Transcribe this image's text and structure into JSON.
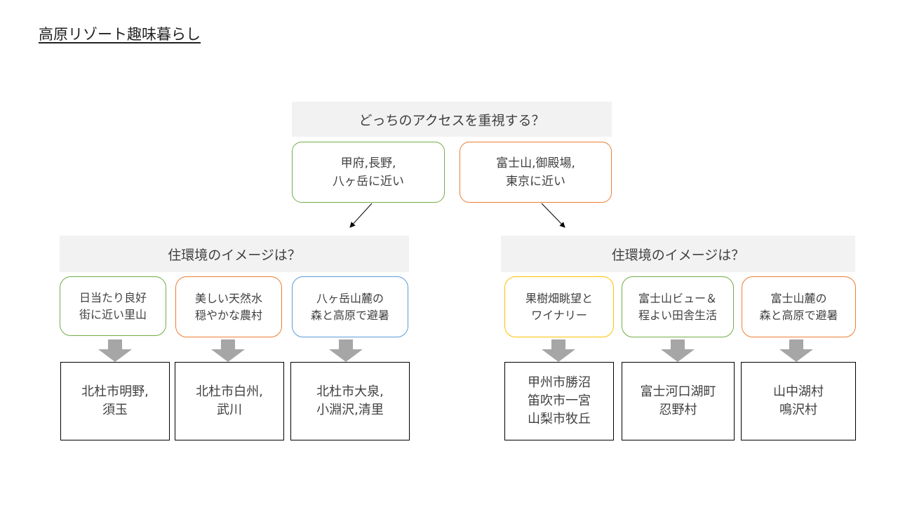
{
  "title": "高原リゾート趣味暮らし",
  "question": "どっちのアクセスを重視する？",
  "access": [
    {
      "lines": [
        "甲府,長野,",
        "八ヶ岳に近い"
      ]
    },
    {
      "lines": [
        "富士山,御殿場,",
        "東京に近い"
      ]
    }
  ],
  "left": {
    "question": "住環境のイメージは？",
    "images": [
      {
        "lines": [
          "日当たり良好",
          "街に近い里山"
        ]
      },
      {
        "lines": [
          "美しい天然水",
          "穏やかな農村"
        ]
      },
      {
        "lines": [
          "八ヶ岳山麓の",
          "森と高原で避暑"
        ]
      }
    ],
    "results": [
      {
        "lines": [
          "北杜市明野,",
          "須玉"
        ]
      },
      {
        "lines": [
          "北杜市白州,",
          "武川"
        ]
      },
      {
        "lines": [
          "北杜市大泉,",
          "小淵沢,清里"
        ]
      }
    ]
  },
  "right": {
    "question": "住環境のイメージは？",
    "images": [
      {
        "lines": [
          "果樹畑眺望と",
          "ワイナリー"
        ]
      },
      {
        "lines": [
          "富士山ビュー＆",
          "程よい田舎生活"
        ]
      },
      {
        "lines": [
          "富士山麓の",
          "森と高原で避暑"
        ]
      }
    ],
    "results": [
      {
        "lines": [
          "甲州市勝沼",
          "笛吹市一宮",
          "山梨市牧丘"
        ]
      },
      {
        "lines": [
          "富士河口湖町",
          "忍野村"
        ]
      },
      {
        "lines": [
          "山中湖村",
          "鳴沢村"
        ]
      }
    ]
  },
  "colors": {
    "green": "#70ad47",
    "orange": "#ed7d31",
    "blue": "#5b9bd5",
    "yellow": "#ffc000",
    "banner": "#f2f2f2",
    "arrow": "#a6a6a6"
  }
}
